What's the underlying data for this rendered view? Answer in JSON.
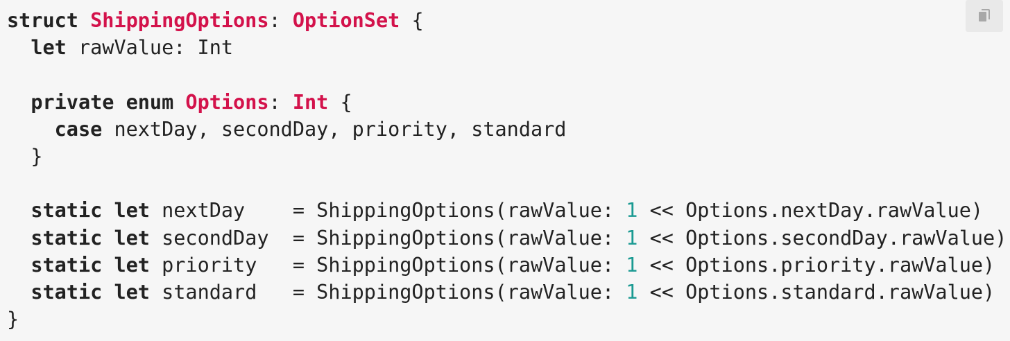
{
  "code_block": {
    "copy_button_label": "Copy",
    "copy_icon": "copy-icon",
    "colors": {
      "background": "#f6f6f6",
      "text": "#222222",
      "type": "#d3124b",
      "number": "#1a9a92",
      "copy_button_bg": "#e9e9e9",
      "copy_icon": "#a8a8a8"
    },
    "lines": [
      [
        {
          "t": "struct",
          "c": "kw"
        },
        {
          "t": " "
        },
        {
          "t": "ShippingOptions",
          "c": "type"
        },
        {
          "t": ": "
        },
        {
          "t": "OptionSet",
          "c": "type"
        },
        {
          "t": " {"
        }
      ],
      [
        {
          "t": "  "
        },
        {
          "t": "let",
          "c": "kw"
        },
        {
          "t": " rawValue: Int"
        }
      ],
      [],
      [
        {
          "t": "  "
        },
        {
          "t": "private",
          "c": "kw"
        },
        {
          "t": " "
        },
        {
          "t": "enum",
          "c": "kw"
        },
        {
          "t": " "
        },
        {
          "t": "Options",
          "c": "type"
        },
        {
          "t": ": "
        },
        {
          "t": "Int",
          "c": "type"
        },
        {
          "t": " {"
        }
      ],
      [
        {
          "t": "    "
        },
        {
          "t": "case",
          "c": "kw"
        },
        {
          "t": " nextDay, secondDay, priority, standard"
        }
      ],
      [
        {
          "t": "  }"
        }
      ],
      [],
      [
        {
          "t": "  "
        },
        {
          "t": "static",
          "c": "kw"
        },
        {
          "t": " "
        },
        {
          "t": "let",
          "c": "kw"
        },
        {
          "t": " nextDay    = ShippingOptions(rawValue: "
        },
        {
          "t": "1",
          "c": "num"
        },
        {
          "t": " << Options.nextDay.rawValue)"
        }
      ],
      [
        {
          "t": "  "
        },
        {
          "t": "static",
          "c": "kw"
        },
        {
          "t": " "
        },
        {
          "t": "let",
          "c": "kw"
        },
        {
          "t": " secondDay  = ShippingOptions(rawValue: "
        },
        {
          "t": "1",
          "c": "num"
        },
        {
          "t": " << Options.secondDay.rawValue)"
        }
      ],
      [
        {
          "t": "  "
        },
        {
          "t": "static",
          "c": "kw"
        },
        {
          "t": " "
        },
        {
          "t": "let",
          "c": "kw"
        },
        {
          "t": " priority   = ShippingOptions(rawValue: "
        },
        {
          "t": "1",
          "c": "num"
        },
        {
          "t": " << Options.priority.rawValue)"
        }
      ],
      [
        {
          "t": "  "
        },
        {
          "t": "static",
          "c": "kw"
        },
        {
          "t": " "
        },
        {
          "t": "let",
          "c": "kw"
        },
        {
          "t": " standard   = ShippingOptions(rawValue: "
        },
        {
          "t": "1",
          "c": "num"
        },
        {
          "t": " << Options.standard.rawValue)"
        }
      ],
      [
        {
          "t": "}"
        }
      ]
    ]
  }
}
